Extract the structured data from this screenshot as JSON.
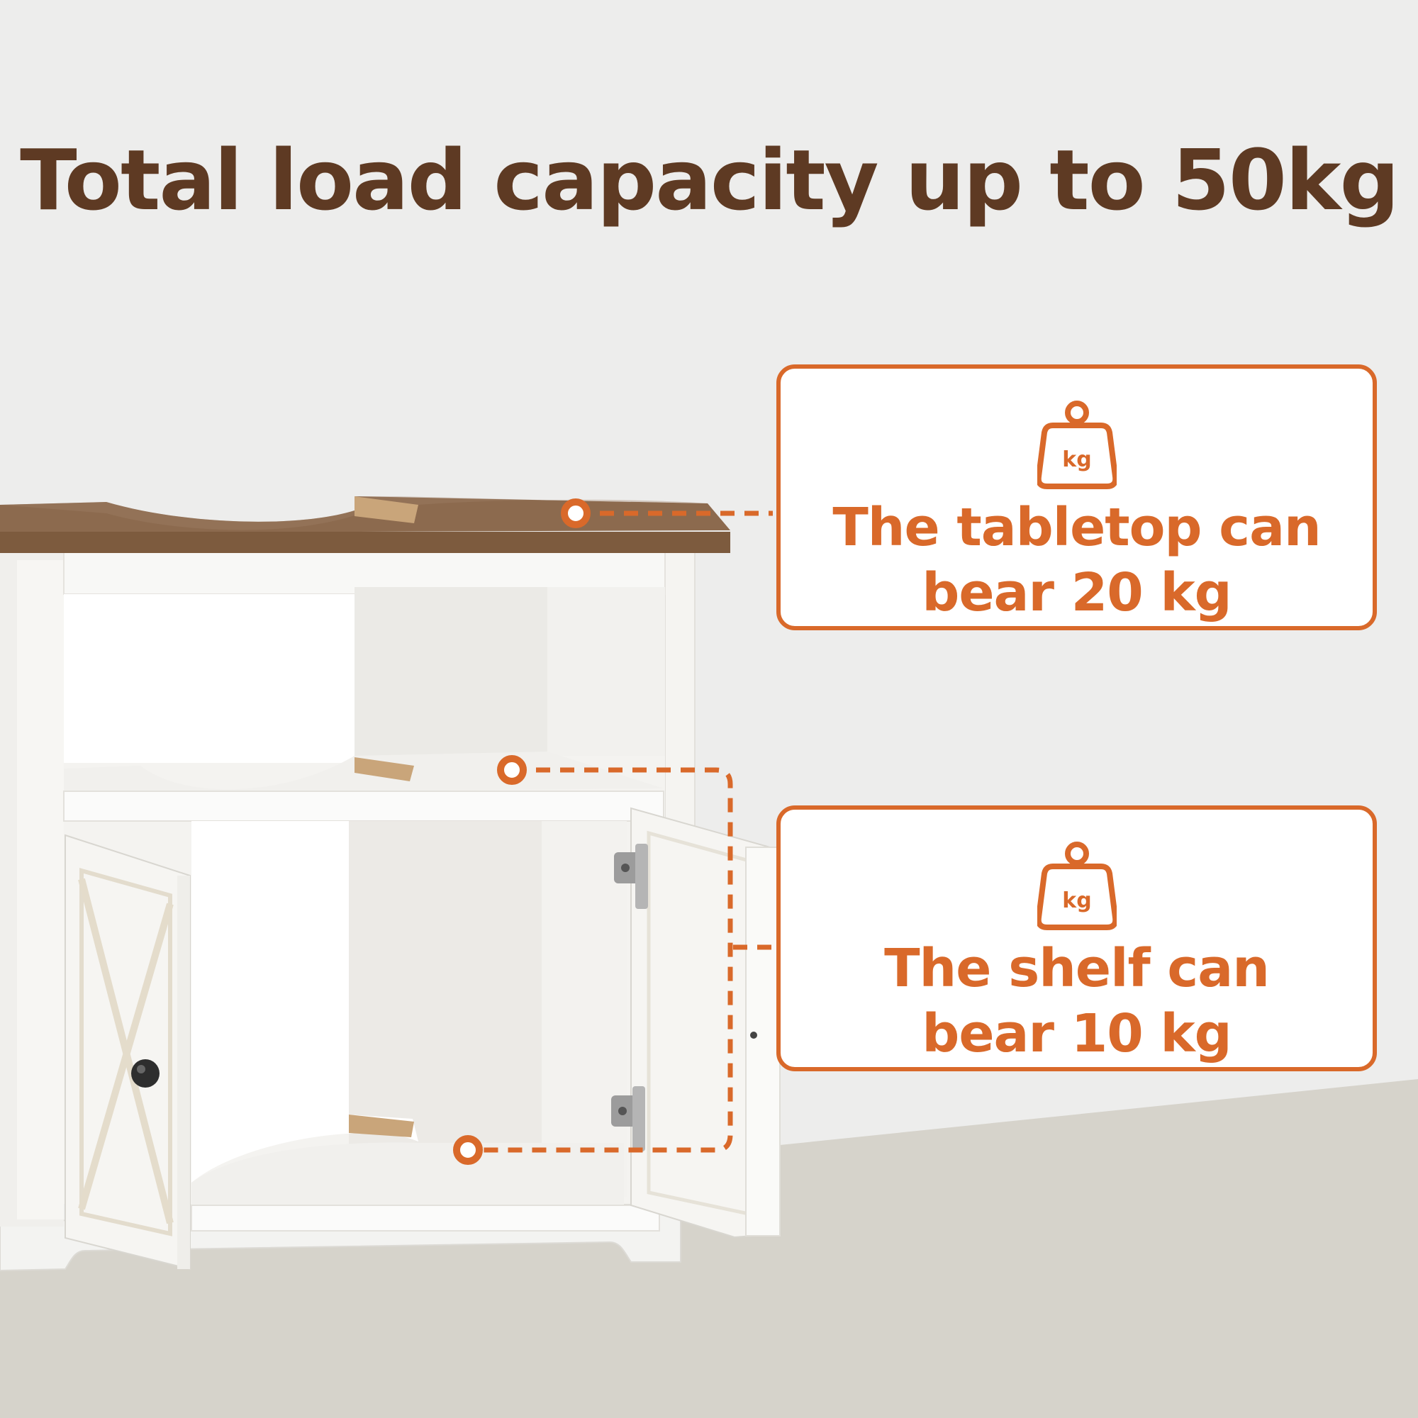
{
  "headline": "Total load capacity up to 50kg",
  "colors": {
    "title": "#5e3a23",
    "accent": "#d9692a",
    "background": "#ededec",
    "floor": "#d6d3cb",
    "cabinet": "#f7f7f5",
    "tabletop": "#8c6a4e"
  },
  "callouts": [
    {
      "icon": "kg-weight-icon",
      "icon_label": "kg",
      "line1": "The tabletop can",
      "line2": "bear 20 kg"
    },
    {
      "icon": "kg-weight-icon",
      "icon_label": "kg",
      "line1": "The shelf can",
      "line2": "bear 10 kg"
    }
  ]
}
